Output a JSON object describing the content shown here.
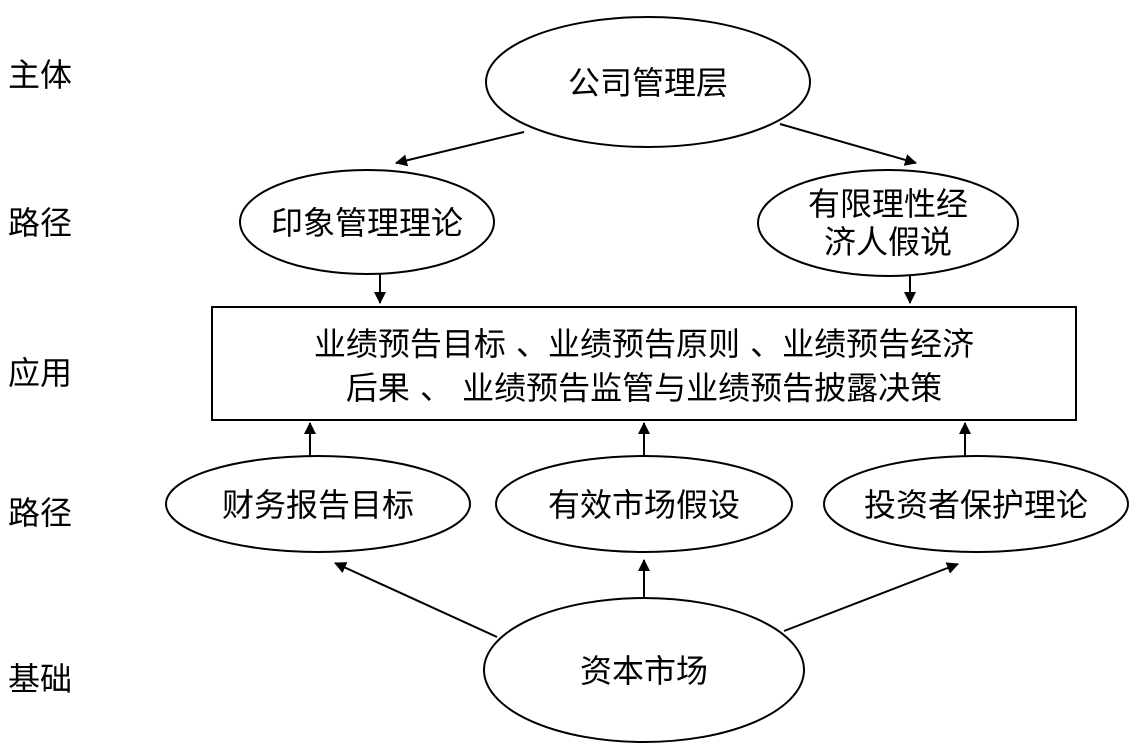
{
  "row_labels": {
    "subject": "主体",
    "path_top": "路径",
    "application": "应用",
    "path_bottom": "路径",
    "foundation": "基础"
  },
  "nodes": {
    "management": "公司管理层",
    "impression": "印象管理理论",
    "bounded_rationality": [
      "有限理性经",
      "济人假说"
    ],
    "application_box": [
      "业绩预告目标 、业绩预告原则 、业绩预告经济",
      "后果 、 业绩预告监管与业绩预告披露决策"
    ],
    "financial_reporting": "财务报告目标",
    "efficient_market": "有效市场假设",
    "investor_protection": "投资者保护理论",
    "capital_market": "资本市场"
  }
}
